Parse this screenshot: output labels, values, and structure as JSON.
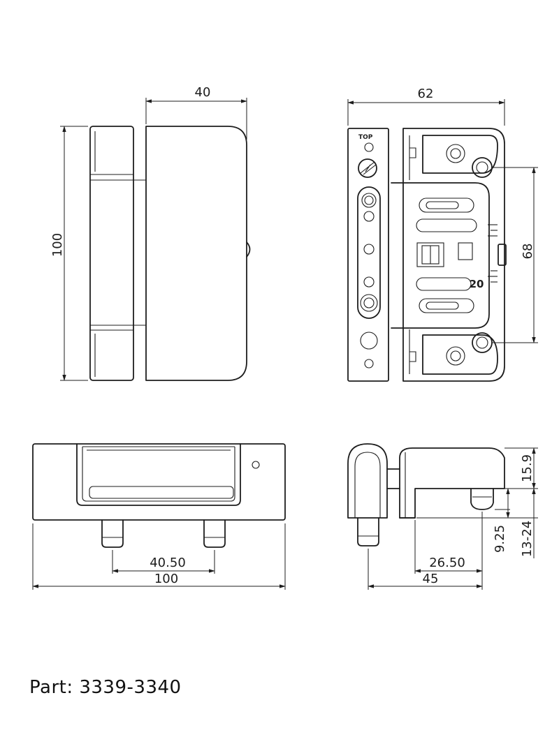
{
  "views": {
    "front": {
      "width_dim": "40",
      "height_dim": "100"
    },
    "side": {
      "width_dim": "62",
      "hole_spacing_dim": "68",
      "top_mark": "TOP",
      "adjust_mark": "20"
    },
    "bottom": {
      "pin_spacing_dim": "40.50",
      "overall_dim": "100"
    },
    "end": {
      "height_dim": "15.9",
      "pin_dim": "9.25",
      "range_dim": "13-24",
      "offset_dim": "26.50",
      "depth_dim": "45"
    }
  },
  "caption": "Part: 3339-3340"
}
